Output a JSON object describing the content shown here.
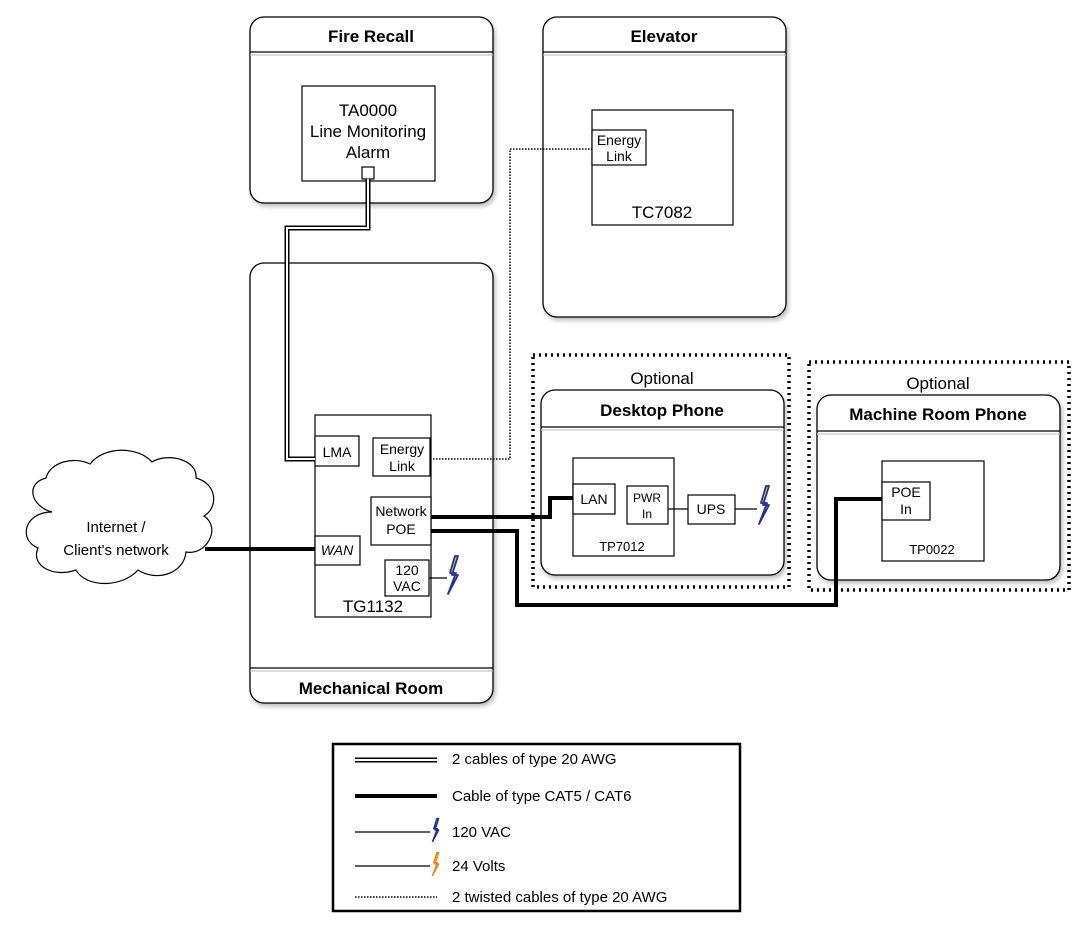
{
  "rooms": {
    "fire_recall": "Fire Recall",
    "elevator": "Elevator",
    "mechanical_room": "Mechanical Room",
    "desktop_phone": "Desktop Phone",
    "machine_room_phone": "Machine Room Phone"
  },
  "optional_labels": {
    "desktop": "Optional",
    "machine": "Optional"
  },
  "devices": {
    "ta0000": {
      "lines": [
        "TA0000",
        "Line Monitoring",
        "Alarm"
      ]
    },
    "tc7082": {
      "name": "TC7082",
      "energy_link": [
        "Energy",
        "Link"
      ]
    },
    "tg1132": {
      "name": "TG1132",
      "lma": "LMA",
      "energy_link": [
        "Energy",
        "Link"
      ],
      "network_poe": [
        "Network",
        "POE"
      ],
      "wan": "WAN",
      "vac": [
        "120",
        "VAC"
      ]
    },
    "tp7012": {
      "name": "TP7012",
      "lan": "LAN",
      "pwr_in": [
        "PWR",
        "In"
      ],
      "ups": "UPS"
    },
    "tp0022": {
      "name": "TP0022",
      "poe_in": [
        "POE",
        "In"
      ]
    }
  },
  "cloud": {
    "lines": [
      "Internet /",
      "Client's network"
    ]
  },
  "legend": {
    "items": [
      {
        "style": "double-line",
        "label": "2 cables of type 20 AWG"
      },
      {
        "style": "thick-line",
        "label": "Cable of type CAT5 / CAT6"
      },
      {
        "style": "bolt-blue",
        "label": "120 VAC",
        "color": "#1f2f9c"
      },
      {
        "style": "bolt-orange",
        "label": "24 Volts",
        "color": "#e8891e"
      },
      {
        "style": "dotted-line",
        "label": "2 twisted cables of type 20 AWG"
      }
    ]
  },
  "colors": {
    "bolt_120vac": "#1f2f9c",
    "bolt_24v": "#e8891e",
    "bolt_inner": "#f5d21f"
  }
}
